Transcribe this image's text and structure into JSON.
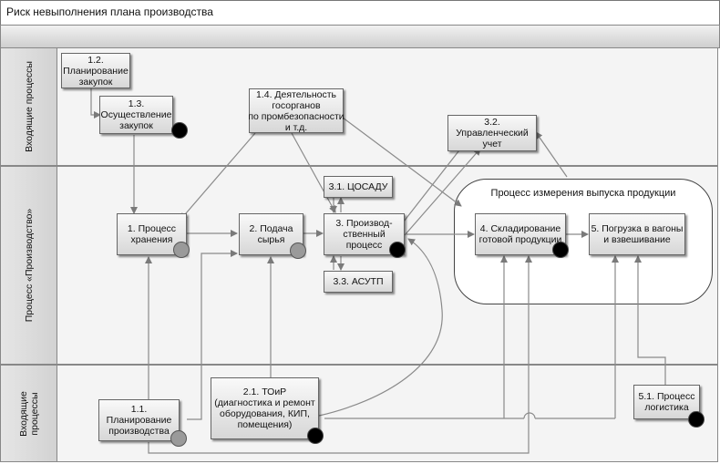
{
  "title": "Риск невыполнения плана производства",
  "lanes": {
    "top": "Входящие процессы",
    "middle": "Процесс «Производство»",
    "bottom": "Входящие\nпроцессы"
  },
  "measure_group": "Процесс измерения выпуска продукции",
  "nodes": {
    "n12": "1.2.\nПланирование\nзакупок",
    "n13": "1.3.\nОсуществление\nзакупок",
    "n14": "1.4. Деятельность\nгосорганов\nпо промбезопасности\nи т.д.",
    "n32": "3.2.\nУправленческий\nучет",
    "n31": "3.1. ЦОСАДУ",
    "n1": "1. Процесс\nхранения",
    "n2": "2. Подача\nсырья",
    "n3": "3. Производ-\nственный\nпроцесс",
    "n33": "3.3. АСУТП",
    "n4": "4. Складирование\nготовой продукции",
    "n5": "5. Погрузка в вагоны\nи взвешивание",
    "n11": "1.1.\nПланирование\nпроизводства",
    "n21": "2.1. ТОиР\n(диагностика и ремонт\nоборудования, КИП,\nпомещения)",
    "n51": "5.1. Процесс\nлогистика"
  },
  "colors": {
    "line": "#8a8a8a",
    "box_border": "#666666",
    "risk_black": "#000000",
    "risk_gray": "#9a9a9a"
  }
}
